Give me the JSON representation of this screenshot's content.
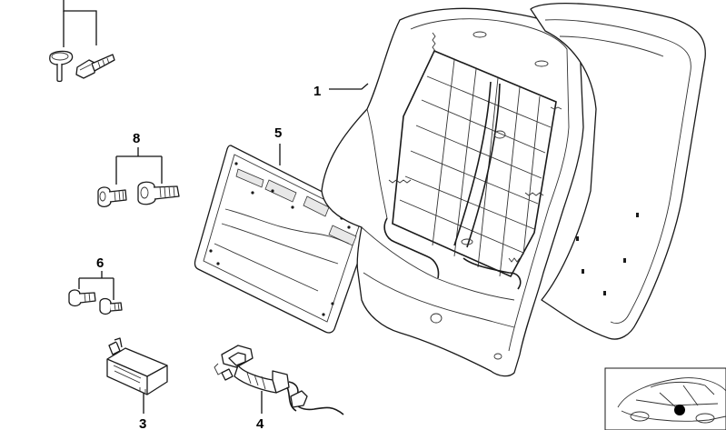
{
  "diagram": {
    "callouts": {
      "frame": "1",
      "relay": "3",
      "harness": "4",
      "panel": "5",
      "screws_small": "6",
      "screws_bolts": "8"
    }
  }
}
